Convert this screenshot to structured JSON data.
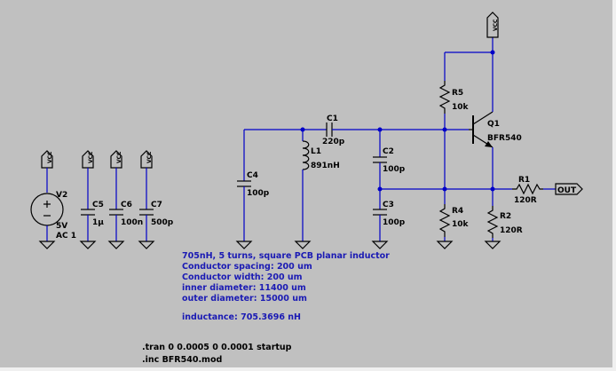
{
  "labels": {
    "v2_name": "V2",
    "v2_value": "5V",
    "v2_ac": "AC 1",
    "c5_name": "C5",
    "c5_value": "1µ",
    "c6_name": "C6",
    "c6_value": "100n",
    "c7_name": "C7",
    "c7_value": "500p",
    "c4_name": "C4",
    "c4_value": "100p",
    "l1_name": "L1",
    "l1_value": "891nH",
    "c1_name": "C1",
    "c1_value": "220p",
    "c2_name": "C2",
    "c2_value": "100p",
    "c3_name": "C3",
    "c3_value": "100p",
    "r5_name": "R5",
    "r5_value": "10k",
    "r4_name": "R4",
    "r4_value": "10k",
    "q1_name": "Q1",
    "q1_value": "BFR540",
    "r2_name": "R2",
    "r2_value": "120R",
    "r1_name": "R1",
    "r1_value": "120R",
    "out_label": "OUT",
    "vcc": "VCC"
  },
  "notes": [
    "705nH, 5 turns, square PCB planar inductor",
    "Conductor spacing: 200 um",
    "Conductor width: 200 um",
    "inner diameter: 11400 um",
    "outer diameter: 15000 um",
    "",
    "inductance: 705.3696 nH"
  ],
  "directives": [
    ".tran 0 0.0005 0 0.0001 startup",
    ".inc BFR540.mod"
  ],
  "colors": {
    "background": "#c0c0c0",
    "wire": "#0000c8",
    "note_text": "#1a1ab4",
    "component": "#000000"
  }
}
